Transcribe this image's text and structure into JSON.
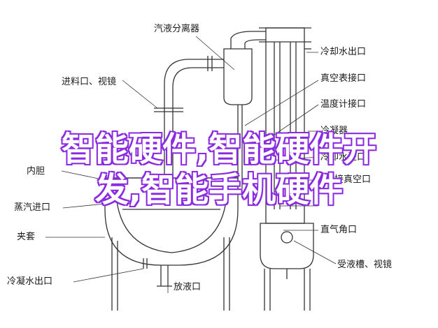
{
  "labels": {
    "condenser": "汽液分离器",
    "cooling_water_outlet_top": "冷却水出口",
    "feed_inlet_sight_glass": "进料口、视镜",
    "vacuum_gauge_port": "真空表接口",
    "thermometer_port": "温度计接口",
    "condensate": "冷凝器",
    "inner_bladder": "内胆",
    "steam_inlet": "蒸汽进口",
    "vacuum_port": "接真空口",
    "jacket": "夹套",
    "straight_air_port": "直气角口",
    "condensate_water_outlet": "冷凝水出口",
    "drain_port": "放液口",
    "receiver_sight_glass": "受液槽、视镜",
    "cooling_water_inlet": "冷却水进口"
  },
  "overlay": {
    "line1": "智能硬件,智能硬件开",
    "line2": "发,智能手机硬件"
  },
  "colors": {
    "line": "#333333",
    "overlay_fill": "#ffffff",
    "overlay_stroke": "#8b2be2"
  }
}
